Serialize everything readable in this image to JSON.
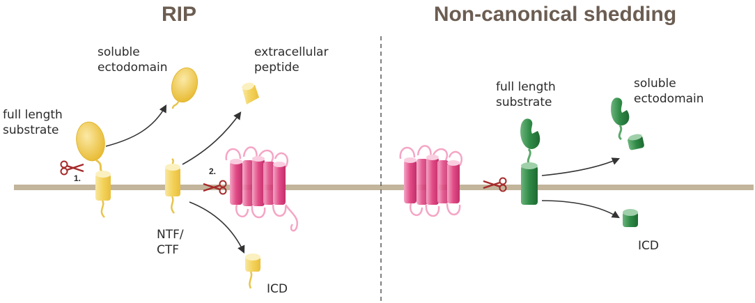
{
  "titles": {
    "left": "RIP",
    "right": "Non-canonical shedding"
  },
  "labels": {
    "full_length_substrate_left": [
      "full length",
      "substrate"
    ],
    "soluble_ectodomain_left": [
      "soluble",
      "ectodomain"
    ],
    "extracellular_peptide": [
      "extracellular",
      "peptide"
    ],
    "ntf_ctf": [
      "NTF/",
      "CTF"
    ],
    "icd_left": "ICD",
    "full_length_substrate_right": [
      "full length",
      "substrate"
    ],
    "soluble_ectodomain_right": [
      "soluble",
      "ectodomain"
    ],
    "icd_right": "ICD",
    "step1": "1.",
    "step2": "2."
  },
  "colors": {
    "title": "#6b5d52",
    "membrane": "#c2b59b",
    "yellow": "#f3d25a",
    "yellow_light": "#f8e7a0",
    "pink": "#e14b86",
    "pink_light": "#f4a5c5",
    "green": "#2f8a46",
    "green_light": "#6cb47c",
    "scissors": "#a52a2a"
  },
  "icons": [
    "scissors-icon",
    "arrow-icon"
  ]
}
